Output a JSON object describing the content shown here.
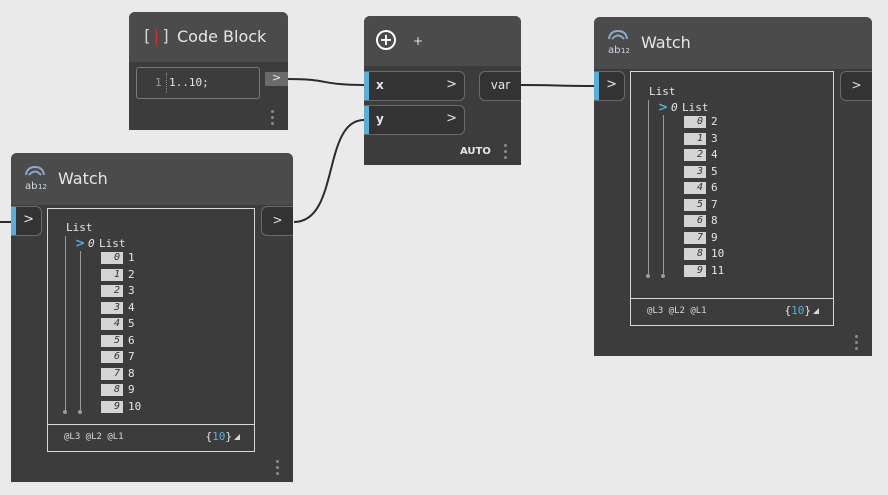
{
  "colors": {
    "canvas": "#eaeaea",
    "node_body": "#3c3c3c",
    "node_header": "#4b4b4b",
    "accent": "#5aaed8",
    "code_bracket": "#cc3333"
  },
  "code_block": {
    "title": "Code Block",
    "icon": "code-block-icon",
    "line_number": "1",
    "code": "1..10;",
    "output_arrow": ">"
  },
  "plus_node": {
    "title": "+",
    "icon": "plus-circle-icon",
    "inputs": [
      {
        "label": "x",
        "arrow": ">"
      },
      {
        "label": "y",
        "arrow": ">"
      }
    ],
    "output": "var",
    "lacing": "AUTO"
  },
  "watch_left": {
    "title": "Watch",
    "icon": "watch-icon",
    "input_arrow": ">",
    "output_arrow": ">",
    "root": "List",
    "sub_index": "0",
    "sub_label": "List",
    "items": [
      {
        "index": "0",
        "value": "1"
      },
      {
        "index": "1",
        "value": "2"
      },
      {
        "index": "2",
        "value": "3"
      },
      {
        "index": "3",
        "value": "4"
      },
      {
        "index": "4",
        "value": "5"
      },
      {
        "index": "5",
        "value": "6"
      },
      {
        "index": "6",
        "value": "7"
      },
      {
        "index": "7",
        "value": "8"
      },
      {
        "index": "8",
        "value": "9"
      },
      {
        "index": "9",
        "value": "10"
      }
    ],
    "levels": "@L3 @L2 @L1",
    "count": "10"
  },
  "watch_right": {
    "title": "Watch",
    "icon": "watch-icon",
    "input_arrow": ">",
    "output_arrow": ">",
    "root": "List",
    "sub_index": "0",
    "sub_label": "List",
    "items": [
      {
        "index": "0",
        "value": "2"
      },
      {
        "index": "1",
        "value": "3"
      },
      {
        "index": "2",
        "value": "4"
      },
      {
        "index": "3",
        "value": "5"
      },
      {
        "index": "4",
        "value": "6"
      },
      {
        "index": "5",
        "value": "7"
      },
      {
        "index": "6",
        "value": "8"
      },
      {
        "index": "7",
        "value": "9"
      },
      {
        "index": "8",
        "value": "10"
      },
      {
        "index": "9",
        "value": "11"
      }
    ],
    "levels": "@L3 @L2 @L1",
    "count": "10"
  }
}
